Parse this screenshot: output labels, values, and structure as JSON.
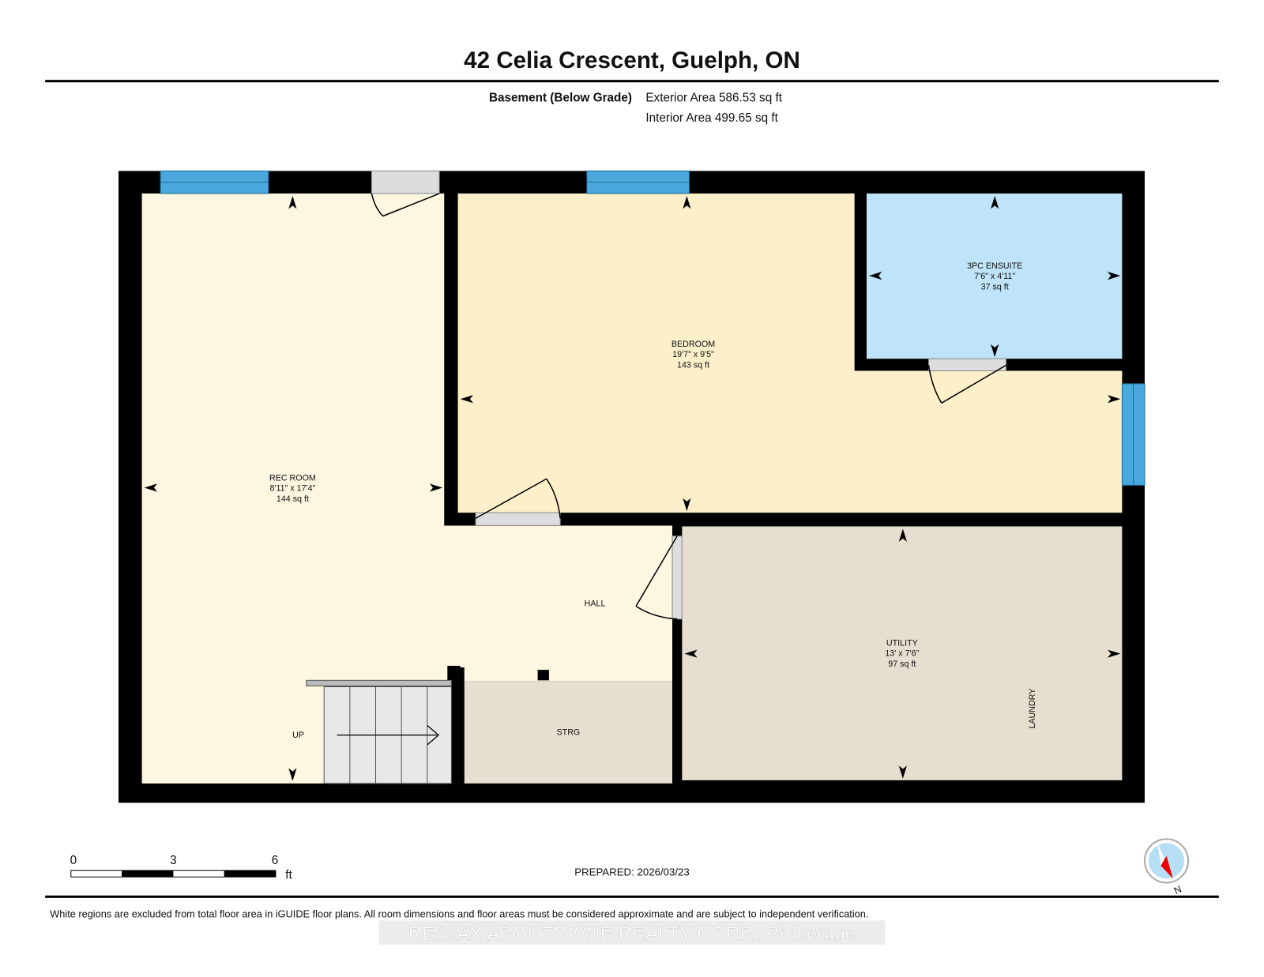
{
  "header": {
    "title": "42 Celia Crescent, Guelph, ON",
    "floor_label": "Basement (Below Grade)",
    "exterior_area": "Exterior Area 586.53 sq ft",
    "interior_area": "Interior Area 499.65 sq ft"
  },
  "rooms": {
    "rec_room": {
      "name": "REC ROOM",
      "dims": "8'11\" x 17'4\"",
      "area": "144 sq ft"
    },
    "bedroom": {
      "name": "BEDROOM",
      "dims": "19'7\" x 9'5\"",
      "area": "143 sq ft"
    },
    "ensuite": {
      "name": "3PC ENSUITE",
      "dims": "7'6\" x 4'11\"",
      "area": "37 sq ft"
    },
    "utility": {
      "name": "UTILITY",
      "dims": "13' x 7'6\"",
      "area": "97 sq ft"
    },
    "hall": {
      "name": "HALL"
    },
    "storage": {
      "name": "STRG"
    },
    "laundry": {
      "name": "LAUNDRY"
    },
    "stairs": {
      "name": "UP"
    }
  },
  "colors": {
    "rec_room": "#fdf6e1",
    "bedroom": "#fcefc9",
    "ensuite": "#bfe3f8",
    "utility": "#e6dfcf",
    "window": "#4aa8dc",
    "wall": "#000000"
  },
  "scale_bar": {
    "ticks": [
      "0",
      "3",
      "6"
    ],
    "unit": "ft"
  },
  "prepared": "PREPARED: 2026/03/23",
  "compass": {
    "label": "N"
  },
  "footer": {
    "disclaimer": "White regions are excluded from total floor area in iGUIDE floor plans. All room dimensions and floor areas must be considered approximate and are subject to independent verification.",
    "watermark": "RE/MAX ABOUTOWNE REALTY CORP., Brokerage"
  }
}
